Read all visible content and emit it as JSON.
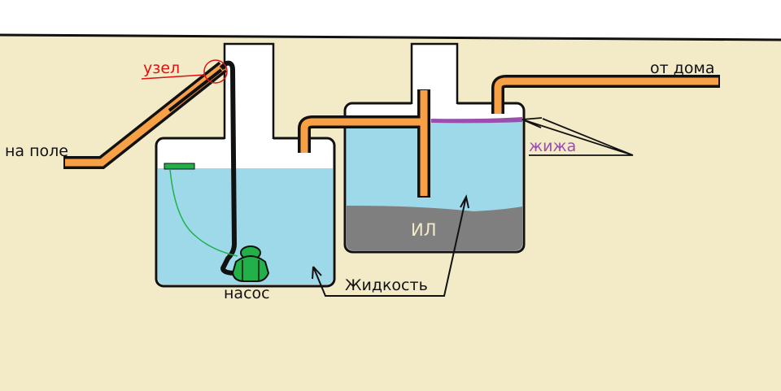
{
  "labels": {
    "to_field": "на поле",
    "knot": "узел",
    "pump": "насос",
    "liquid": "Жидкость",
    "sludge": "ИЛ",
    "scum": "жижа",
    "from_house": "от дома"
  },
  "colors": {
    "ground": "#f3ebc8",
    "water": "#9ed9ea",
    "pipe": "#f7a046",
    "sludge": "#7f7f7f",
    "scum": "#9b4fad",
    "pump": "#22b04b",
    "knot": "#e01010"
  }
}
